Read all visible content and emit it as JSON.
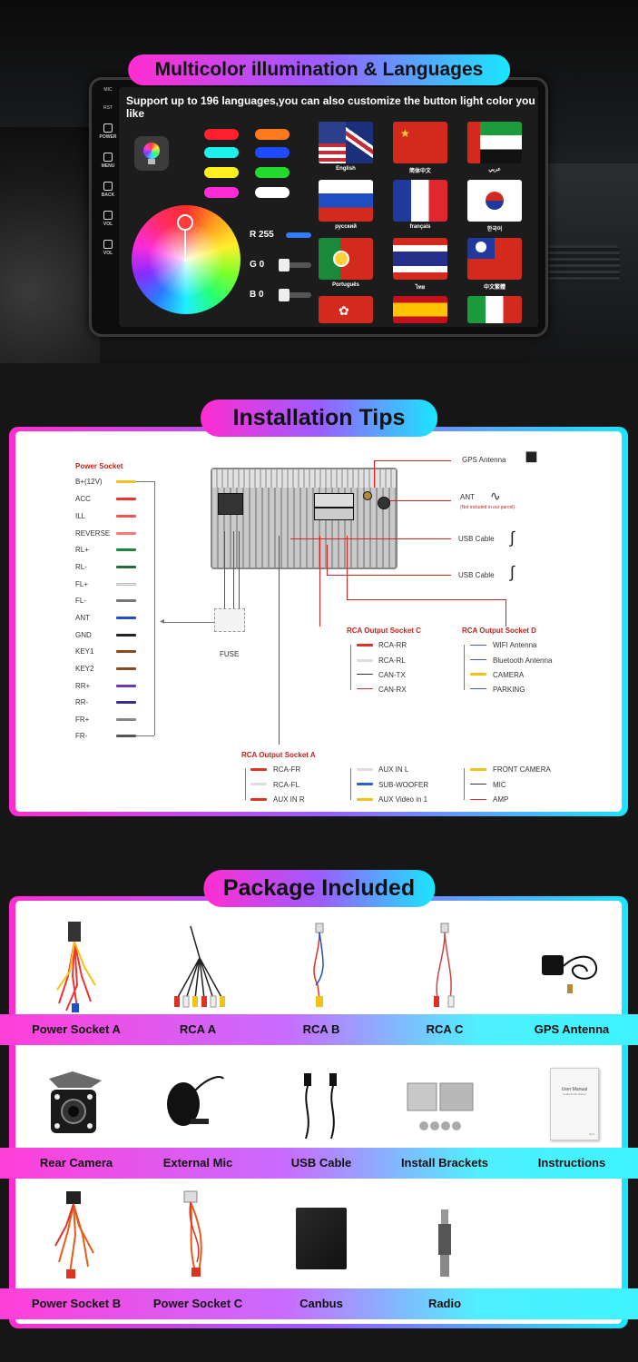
{
  "section1": {
    "title": "Multicolor illumination & Languages",
    "support_text": "Support up to 196 languages,you can also customize the button light color you like",
    "side_buttons": [
      "MIC",
      "RST",
      "POWER",
      "MENU",
      "BACK",
      "VOL",
      "VOL"
    ],
    "rgb": {
      "r_label": "R",
      "r_value": "255",
      "g_label": "G",
      "g_value": "0",
      "b_label": "B",
      "b_value": "0"
    },
    "languages": [
      "English",
      "简体中文",
      "عربي",
      "русский",
      "français",
      "한국어",
      "Português",
      "ไทย",
      "中文繁體"
    ],
    "swatch_colors": [
      "#ff1f2d",
      "#ff7a1f",
      "#1ff0ee",
      "#1f4bff",
      "#ffef1f",
      "#24d92e",
      "#ff2bd9",
      "#ffffff"
    ]
  },
  "section2": {
    "title": "Installation Tips",
    "power_socket_title": "Power Socket",
    "power_socket_pins": [
      "B+(12V)",
      "ACC",
      "ILL",
      "REVERSE",
      "RL+",
      "RL-",
      "FL+",
      "FL-",
      "ANT",
      "GND",
      "KEY1",
      "KEY2",
      "RR+",
      "RR-",
      "FR+",
      "FR-"
    ],
    "fuse_label": "FUSE",
    "gps_label": "GPS Antenna",
    "ant_label": "ANT",
    "ant_note": "(Not included in our parcel)",
    "usb1_label": "USB Cable",
    "usb2_label": "USB Cable",
    "socket_c_title": "RCA Output Socket C",
    "socket_c_items": [
      "RCA-RR",
      "RCA-RL",
      "CAN-TX",
      "CAN-RX"
    ],
    "socket_d_title": "RCA Output Socket D",
    "socket_d_items": [
      "WIFI Antenna",
      "Bluetooth Antenna",
      "CAMERA",
      "PARKING"
    ],
    "socket_a_title": "RCA Output Socket A",
    "socket_a_col1": [
      "RCA-FR",
      "RCA-FL",
      "AUX IN R"
    ],
    "socket_a_col2": [
      "AUX IN L",
      "SUB-WOOFER",
      "AUX Video in 1"
    ],
    "socket_a_col3": [
      "FRONT CAMERA",
      "MIC",
      "AMP"
    ]
  },
  "section3": {
    "title": "Package Included",
    "row1": [
      "Power Socket A",
      "RCA  A",
      "RCA  B",
      "RCA  C",
      "GPS Antenna"
    ],
    "row2": [
      "Rear Camera",
      "External Mic",
      "USB Cable",
      "Install Brackets",
      "Instructions"
    ],
    "row3": [
      "Power Socket B",
      "Power Socket C",
      "Canbus",
      "Radio"
    ],
    "manual_title": "User Manual",
    "manual_sub": "Android Car Stereo",
    "manual_ver": "V1.0"
  }
}
